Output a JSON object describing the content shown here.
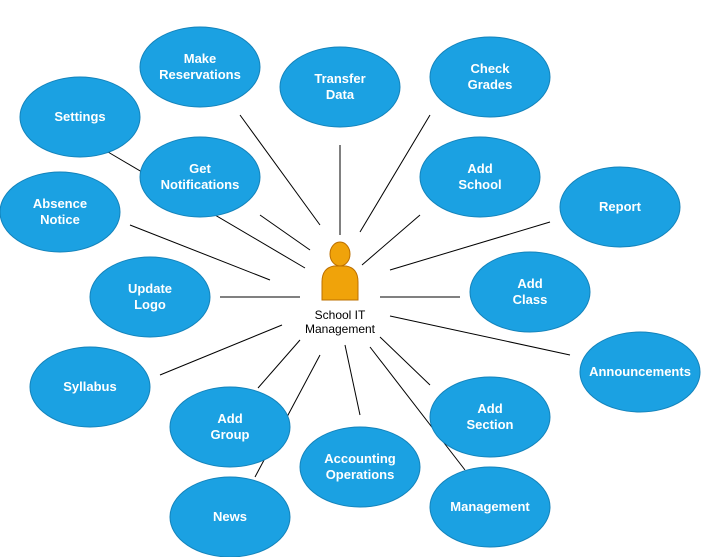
{
  "actor": {
    "name": "School IT Management",
    "name_lines": [
      "School IT",
      "Management"
    ],
    "icon": "person-icon",
    "color": "#F0A30A"
  },
  "use_case_color": "#1BA1E2",
  "use_cases": [
    {
      "id": "make-reservations",
      "label": "Make Reservations",
      "lines": [
        "Make",
        "Reservations"
      ]
    },
    {
      "id": "transfer-data",
      "label": "Transfer Data",
      "lines": [
        "Transfer",
        "Data"
      ]
    },
    {
      "id": "check-grades",
      "label": "Check Grades",
      "lines": [
        "Check",
        "Grades"
      ]
    },
    {
      "id": "settings",
      "label": "Settings",
      "lines": [
        "Settings"
      ]
    },
    {
      "id": "get-notifications",
      "label": "Get Notifications",
      "lines": [
        "Get",
        "Notifications"
      ]
    },
    {
      "id": "add-school",
      "label": "Add School",
      "lines": [
        "Add",
        "School"
      ]
    },
    {
      "id": "report",
      "label": "Report",
      "lines": [
        "Report"
      ]
    },
    {
      "id": "absence-notice",
      "label": "Absence Notice",
      "lines": [
        "Absence",
        "Notice"
      ]
    },
    {
      "id": "update-logo",
      "label": "Update Logo",
      "lines": [
        "Update",
        "Logo"
      ]
    },
    {
      "id": "add-class",
      "label": "Add Class",
      "lines": [
        "Add",
        "Class"
      ]
    },
    {
      "id": "announcements",
      "label": "Announcements",
      "lines": [
        "Announcements"
      ]
    },
    {
      "id": "syllabus",
      "label": "Syllabus",
      "lines": [
        "Syllabus"
      ]
    },
    {
      "id": "add-group",
      "label": "Add Group",
      "lines": [
        "Add",
        "Group"
      ]
    },
    {
      "id": "add-section",
      "label": "Add Section",
      "lines": [
        "Add",
        "Section"
      ]
    },
    {
      "id": "accounting-operations",
      "label": "Accounting Operations",
      "lines": [
        "Accounting",
        "Operations"
      ]
    },
    {
      "id": "news",
      "label": "News",
      "lines": [
        "News"
      ]
    },
    {
      "id": "management",
      "label": "Management",
      "lines": [
        "Management"
      ]
    }
  ]
}
